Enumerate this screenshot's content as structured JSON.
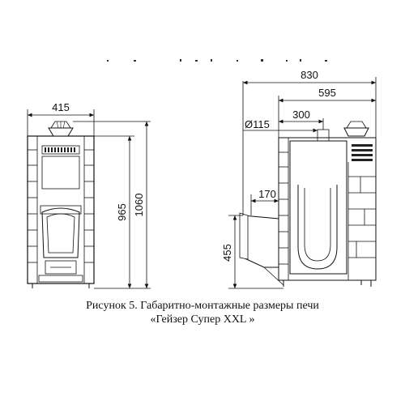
{
  "front_view": {
    "width_label": "415",
    "height_small_label": "965",
    "height_large_label": "1060"
  },
  "side_view": {
    "overall_width_label": "830",
    "body_width_label": "595",
    "pipe_offset_label": "300",
    "pipe_diameter_label": "Ø115",
    "tunnel_length_label": "170",
    "tunnel_height_label": "455"
  },
  "caption": {
    "line1": "Рисунок 5. Габаритно-монтажные размеры печи",
    "line2": "«Гейзер Супер XXL »"
  }
}
